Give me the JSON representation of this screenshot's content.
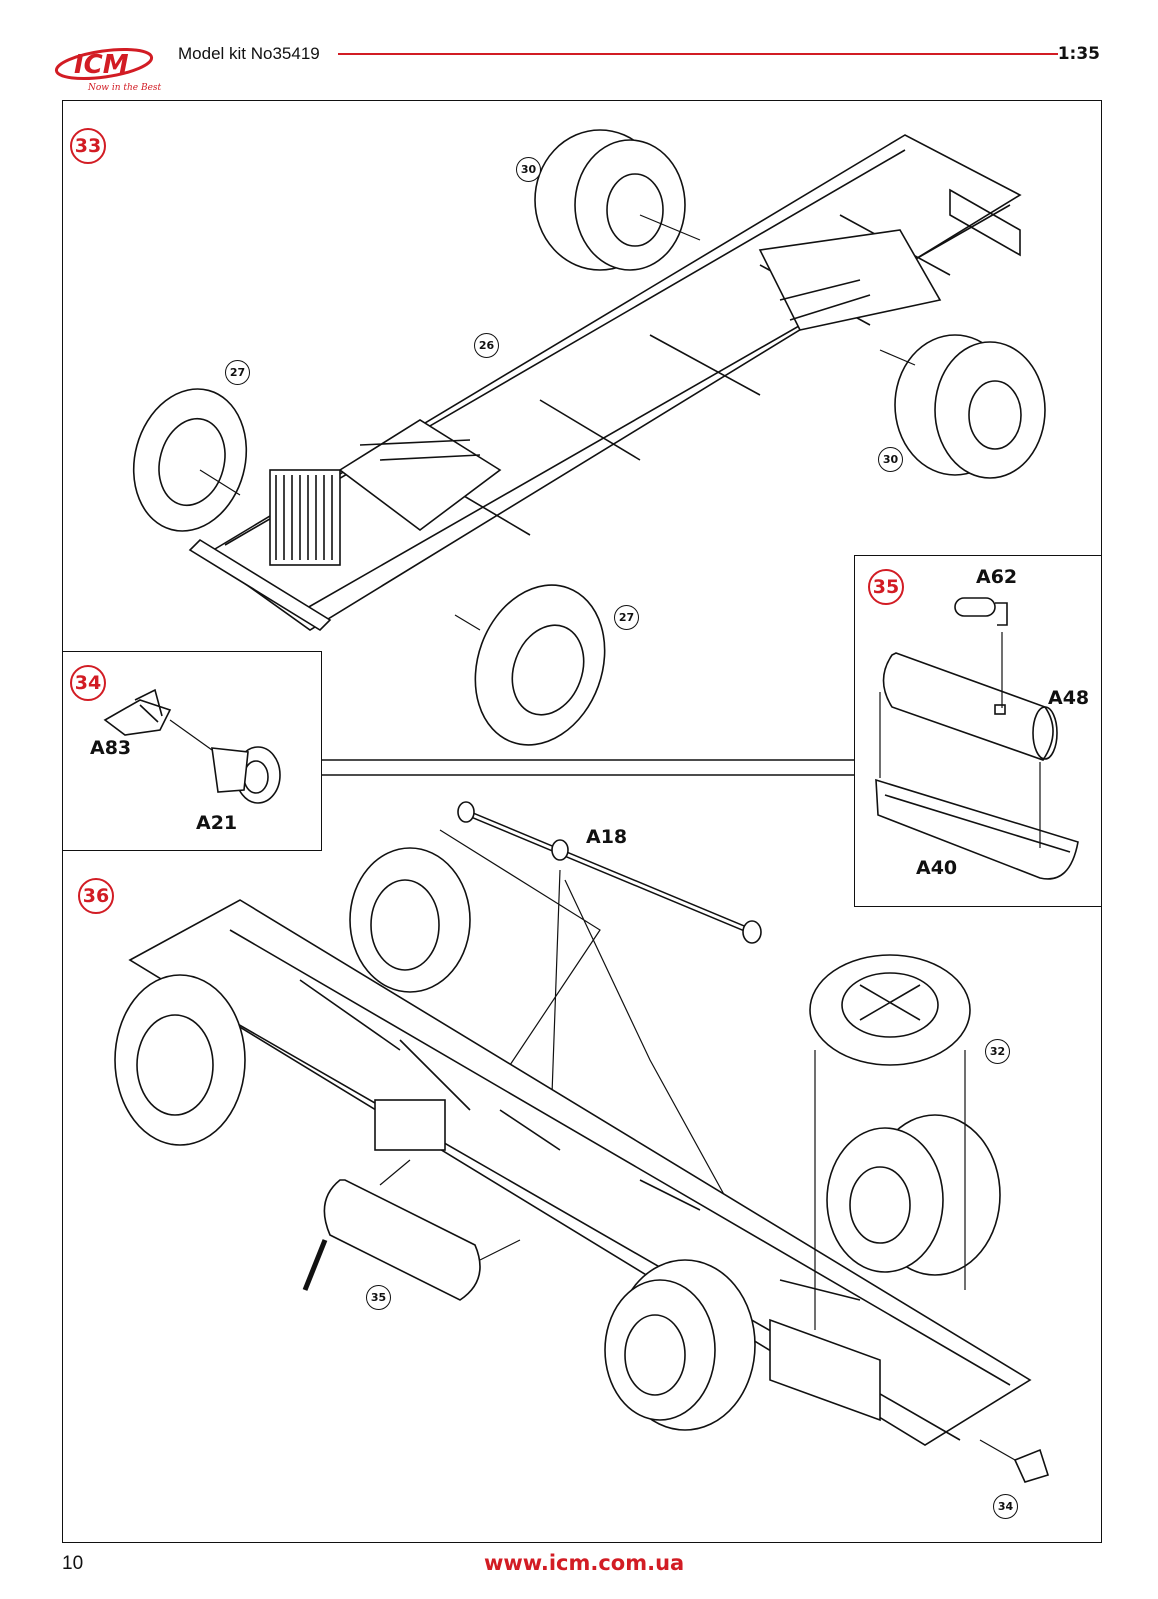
{
  "header": {
    "logo_text": "ICM",
    "logo_tagline": "Now in the Best",
    "kit_title": "Model kit No35419",
    "scale": "1:35",
    "accent_color": "#d21c24"
  },
  "steps": {
    "s33": {
      "number": "33",
      "refs": {
        "r30a": "30",
        "r26": "26",
        "r27a": "27",
        "r30b": "30",
        "r27b": "27"
      }
    },
    "s34": {
      "number": "34",
      "parts": {
        "a83": "A83",
        "a21": "A21"
      }
    },
    "s35": {
      "number": "35",
      "parts": {
        "a62": "A62",
        "a48": "A48",
        "a40": "A40"
      }
    },
    "s36": {
      "number": "36",
      "parts": {
        "a18": "A18"
      },
      "refs": {
        "r32": "32",
        "r35": "35",
        "r34": "34"
      }
    }
  },
  "footer": {
    "page_number": "10",
    "website": "www.icm.com.ua"
  }
}
